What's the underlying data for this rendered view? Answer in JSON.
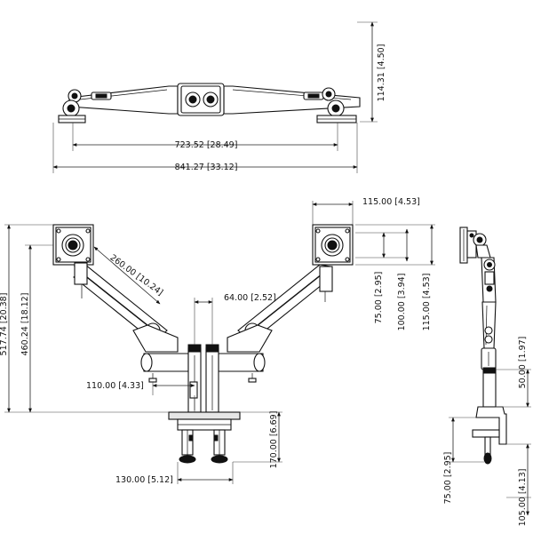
{
  "dimensions": {
    "top_height": "114.31 [4.50]",
    "top_inner_width": "723.52 [28.49]",
    "top_outer_width": "841.27 [33.12]",
    "vesa_plate": "115.00 [4.53]",
    "arm_length": "260.00 [10.24]",
    "post_spacing": "64.00 [2.52]",
    "vesa_75": "75.00 [2.95]",
    "vesa_100": "100.00 [3.94]",
    "vesa_115": "115.00 [4.53]",
    "total_height": "517.74 [20.38]",
    "mount_height": "460.24 [18.12]",
    "post_offset": "110.00 [4.33]",
    "clamp_height": "170.00 [6.69]",
    "clamp_width": "130.00 [5.12]",
    "side_post": "50.00 [1.97]",
    "side_clamp_depth": "75.00 [2.95]",
    "side_clamp_open": "105.00 [4.13]"
  },
  "colors": {
    "line": "#111111",
    "background": "#ffffff",
    "fill_light": "#e6e6e6"
  }
}
